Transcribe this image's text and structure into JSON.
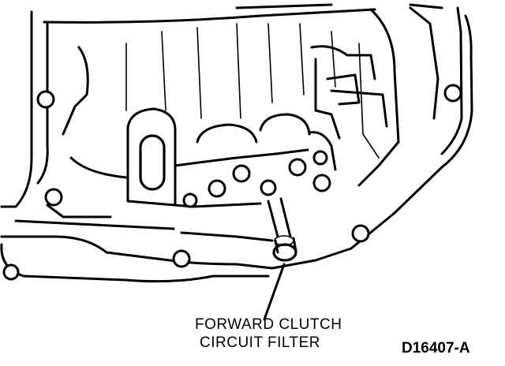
{
  "callout": {
    "line1": "FORWARD CLUTCH",
    "line2": "CIRCUIT FILTER"
  },
  "figure_id": "D16407-A",
  "colors": {
    "ink": "#000000",
    "paper": "#ffffff"
  }
}
